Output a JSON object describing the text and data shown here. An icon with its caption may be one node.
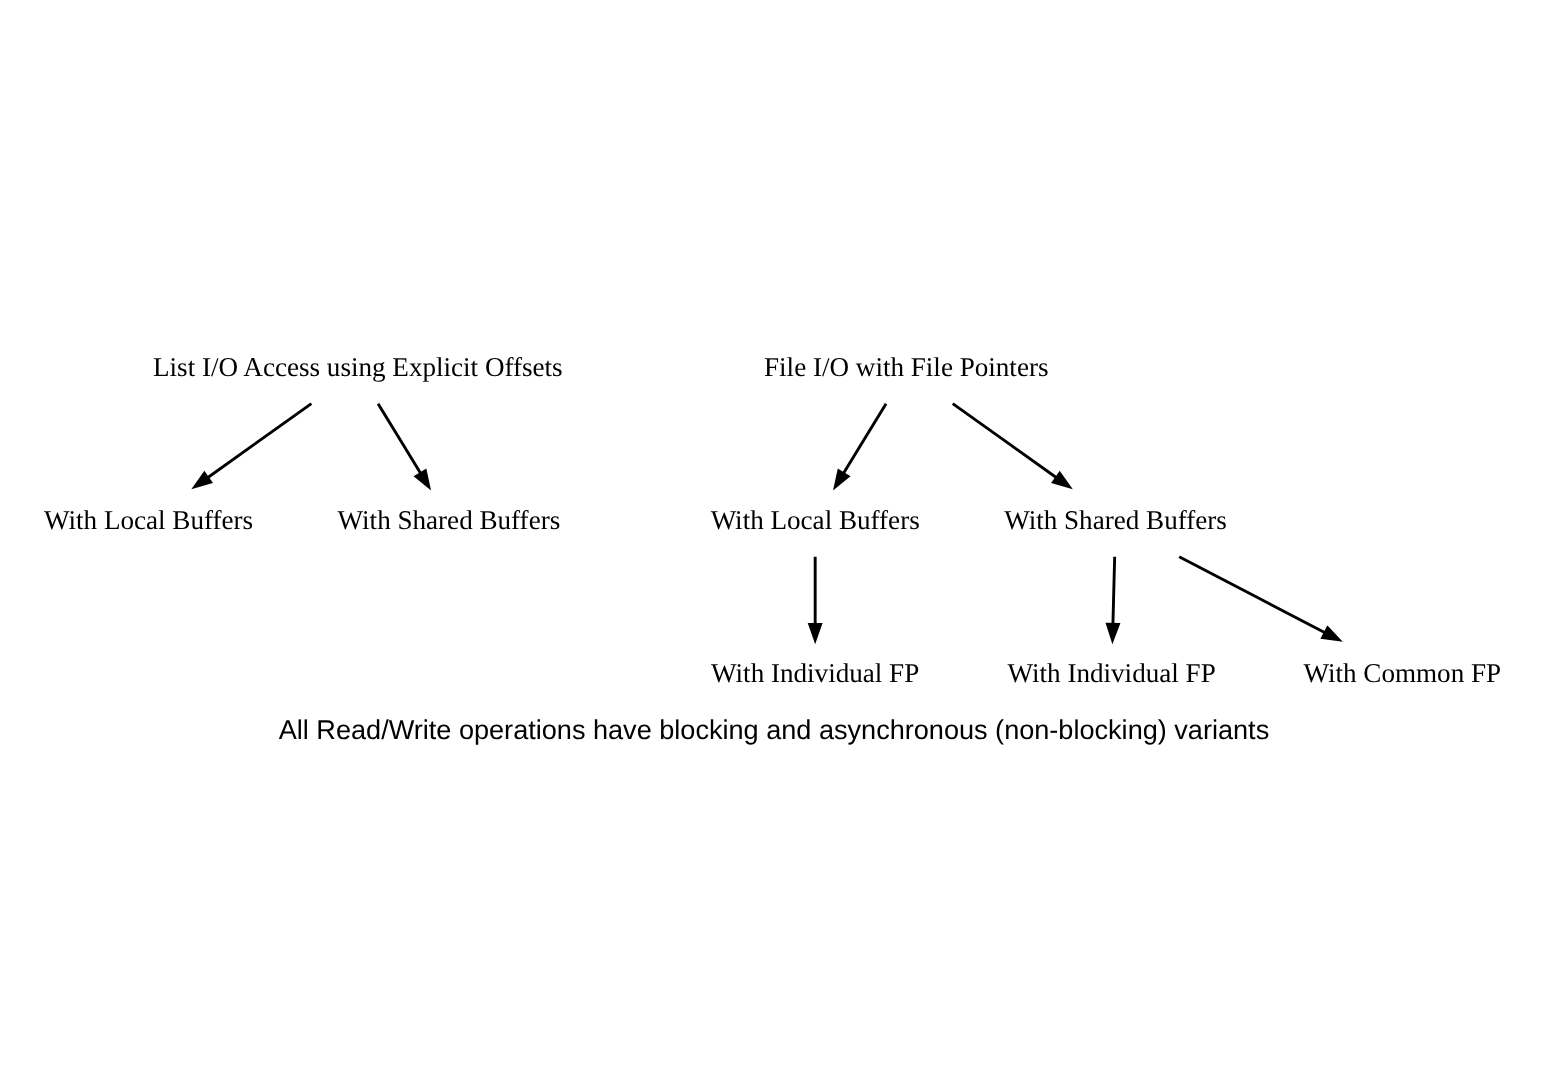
{
  "diagram": {
    "caption": "All Read/Write operations have blocking and asynchronous (non-blocking) variants",
    "nodes": [
      {
        "text": [
          "List I/O Access using Explicit Offsets"
        ]
      },
      {
        "text": [
          "With Local Buffers"
        ]
      },
      {
        "text": [
          "With Shared Buffers"
        ]
      },
      {
        "text": [
          "File I/O with File Pointers"
        ]
      },
      {
        "text": [
          "With Local Buffers"
        ]
      },
      {
        "text": [
          "With Shared Buffers"
        ]
      },
      {
        "text": [
          "With Individual FP"
        ]
      },
      {
        "text": [
          "With Individual FP"
        ]
      },
      {
        "text": [
          "With Common FP"
        ]
      }
    ],
    "edges": [
      {
        "from": 0,
        "to": 1,
        "arrow": "to"
      },
      {
        "from": 0,
        "to": 2,
        "arrow": "to"
      },
      {
        "from": 3,
        "to": 4,
        "arrow": "to"
      },
      {
        "from": 3,
        "to": 5,
        "arrow": "to"
      },
      {
        "from": 4,
        "to": 6,
        "arrow": "to"
      },
      {
        "from": 5,
        "to": 7,
        "arrow": "to"
      },
      {
        "from": 5,
        "to": 8,
        "arrow": "to"
      }
    ]
  }
}
